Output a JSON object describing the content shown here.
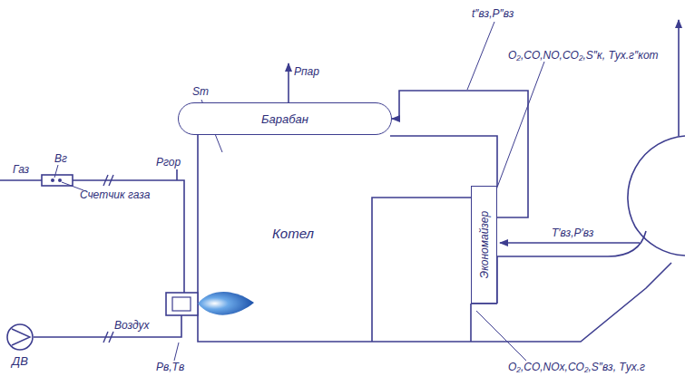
{
  "diagram": {
    "nodes": [
      {
        "text": [
          "Барабан"
        ]
      },
      {
        "text": [
          "Котел"
        ]
      },
      {
        "text": [
          "Экономайзер"
        ]
      },
      {
        "text": [
          "ДВ"
        ]
      }
    ],
    "edges": [
      {
        "from": 2,
        "to": 0,
        "arrow": "to"
      },
      {
        "from": 3,
        "to": 1,
        "arrow": "none"
      }
    ],
    "labels": [
      "Газ",
      "Bг",
      "Счетчик газа",
      "Pгор",
      "Воздух",
      "Pв,Tв",
      "Sт",
      "Pпар",
      "t″вз,P″вз",
      "O₂,CO,NO,CO₂,S″к, Tух.г″кот",
      "T′вз,P′вз",
      "O₂,CO,NOx,CO₂,S″вз, Tух.г"
    ]
  }
}
